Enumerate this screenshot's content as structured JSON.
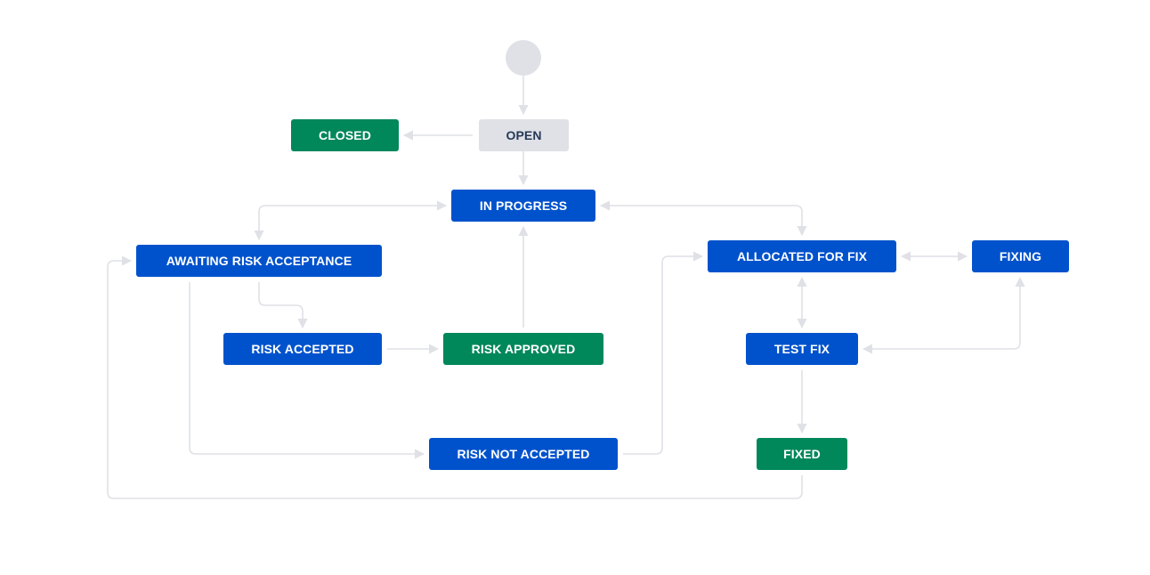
{
  "colors": {
    "in_progress": "#0052cc",
    "done": "#00875a",
    "todo": "#dfe1e6",
    "todo_text": "#253858",
    "edge": "#dfe1e6"
  },
  "statuses": {
    "open": "OPEN",
    "closed": "CLOSED",
    "in_progress": "IN PROGRESS",
    "awaiting_risk_acceptance": "AWAITING RISK ACCEPTANCE",
    "allocated_for_fix": "ALLOCATED FOR FIX",
    "fixing": "FIXING",
    "risk_accepted": "RISK ACCEPTED",
    "risk_approved": "RISK APPROVED",
    "test_fix": "TEST FIX",
    "risk_not_accepted": "RISK NOT ACCEPTED",
    "fixed": "FIXED"
  },
  "transitions": [
    {
      "from": "start",
      "to": "open"
    },
    {
      "from": "open",
      "to": "closed"
    },
    {
      "from": "open",
      "to": "in_progress"
    },
    {
      "from": "in_progress",
      "to": "awaiting_risk_acceptance",
      "bidirectional": true
    },
    {
      "from": "in_progress",
      "to": "allocated_for_fix",
      "bidirectional": true
    },
    {
      "from": "allocated_for_fix",
      "to": "fixing",
      "bidirectional": true
    },
    {
      "from": "allocated_for_fix",
      "to": "test_fix",
      "bidirectional": true
    },
    {
      "from": "fixing",
      "to": "test_fix",
      "bidirectional": true
    },
    {
      "from": "awaiting_risk_acceptance",
      "to": "risk_accepted"
    },
    {
      "from": "awaiting_risk_acceptance",
      "to": "risk_not_accepted"
    },
    {
      "from": "risk_accepted",
      "to": "risk_approved"
    },
    {
      "from": "risk_approved",
      "to": "in_progress"
    },
    {
      "from": "risk_not_accepted",
      "to": "allocated_for_fix"
    },
    {
      "from": "test_fix",
      "to": "fixed"
    },
    {
      "from": "fixed",
      "to": "awaiting_risk_acceptance"
    }
  ]
}
